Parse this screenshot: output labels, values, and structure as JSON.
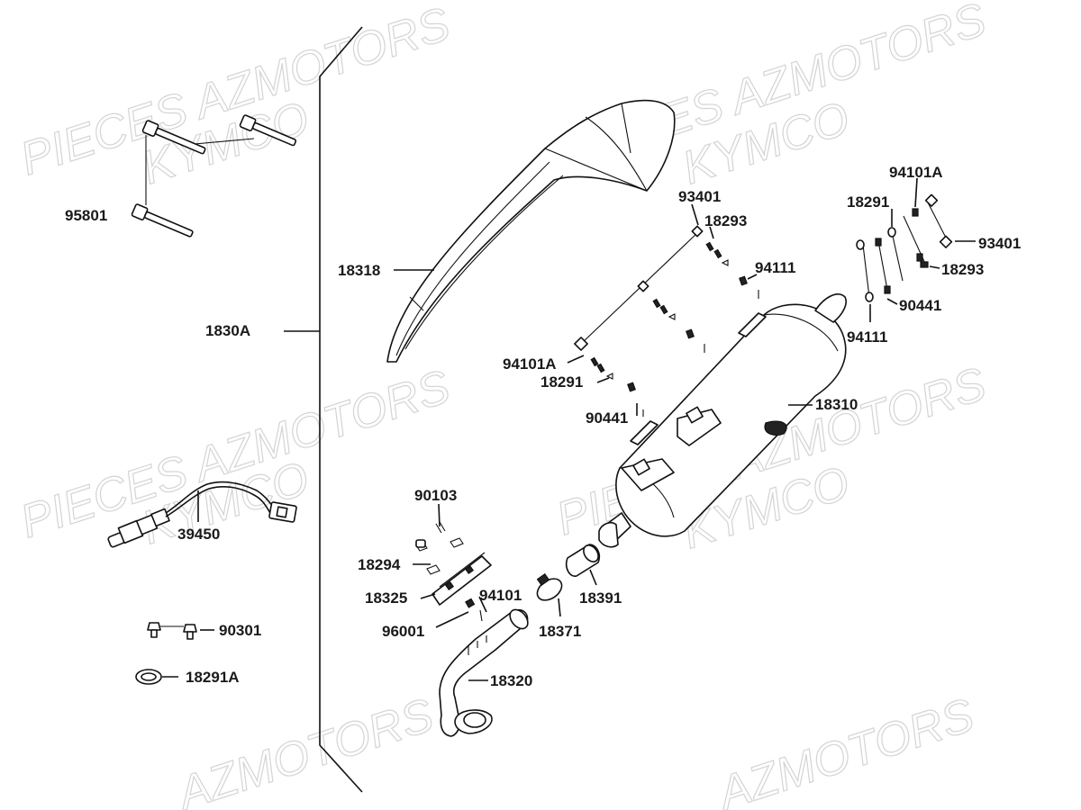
{
  "watermarks": {
    "w1": "PIECES AZMOTORS",
    "w2": "KYMCO",
    "w3": "PIECES AZMOTORS",
    "w4": "KYMCO",
    "w5": "PIECES AZMOTORS",
    "w6": "KYMCO",
    "w7": "PIECES AZMOTORS",
    "w8": "KYMCO",
    "w9": "AZMOTORS",
    "w10": "AZMOTORS"
  },
  "callouts": {
    "c95801": "95801",
    "c1830A": "1830A",
    "c18318": "18318",
    "c93401a": "93401",
    "c18293a": "18293",
    "c94111a": "94111",
    "c94101Aa": "94101A",
    "c18291a": "18291",
    "c90441a": "90441",
    "c18310": "18310",
    "c94101Ab": "94101A",
    "c18291b": "18291",
    "c93401b": "93401",
    "c18293b": "18293",
    "c90441b": "90441",
    "c94111b": "94111",
    "c39450": "39450",
    "c90103": "90103",
    "c18294": "18294",
    "c18325": "18325",
    "c94101": "94101",
    "c96001": "96001",
    "c18391": "18391",
    "c18371": "18371",
    "c18320": "18320",
    "c90301": "90301",
    "c18291A": "18291A"
  }
}
